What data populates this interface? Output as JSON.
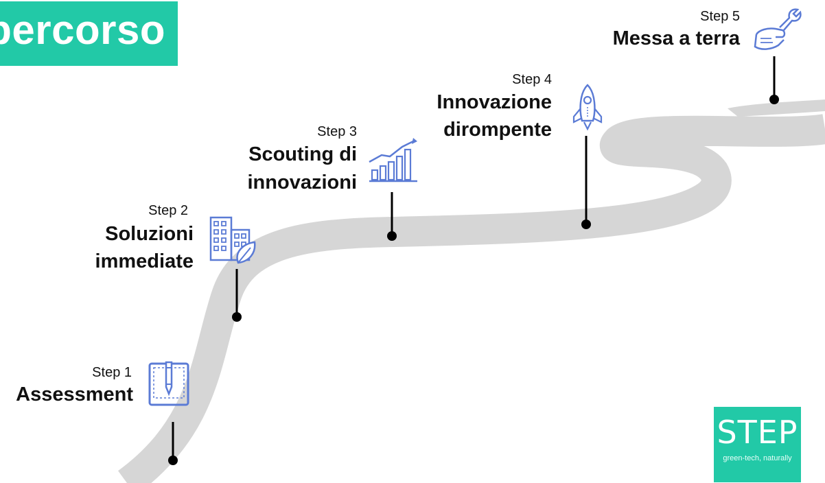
{
  "title": "percorso",
  "colors": {
    "accent": "#22c9a7",
    "road": "#d6d6d6",
    "icon": "#5b7bd5",
    "text": "#111111"
  },
  "steps": [
    {
      "label": "Step 1",
      "name": "Assessment",
      "icon": "clipboard-pencil-icon"
    },
    {
      "label": "Step 2",
      "name_line1": "Soluzioni",
      "name_line2": "immediate",
      "icon": "building-leaf-icon"
    },
    {
      "label": "Step 3",
      "name_line1": "Scouting di",
      "name_line2": "innovazioni",
      "icon": "growth-chart-icon"
    },
    {
      "label": "Step 4",
      "name_line1": "Innovazione",
      "name_line2": "dirompente",
      "icon": "rocket-icon"
    },
    {
      "label": "Step 5",
      "name": "Messa a terra",
      "icon": "wrench-hand-icon"
    }
  ],
  "logo": {
    "word": "STEP",
    "tagline": "green-tech, naturally"
  }
}
